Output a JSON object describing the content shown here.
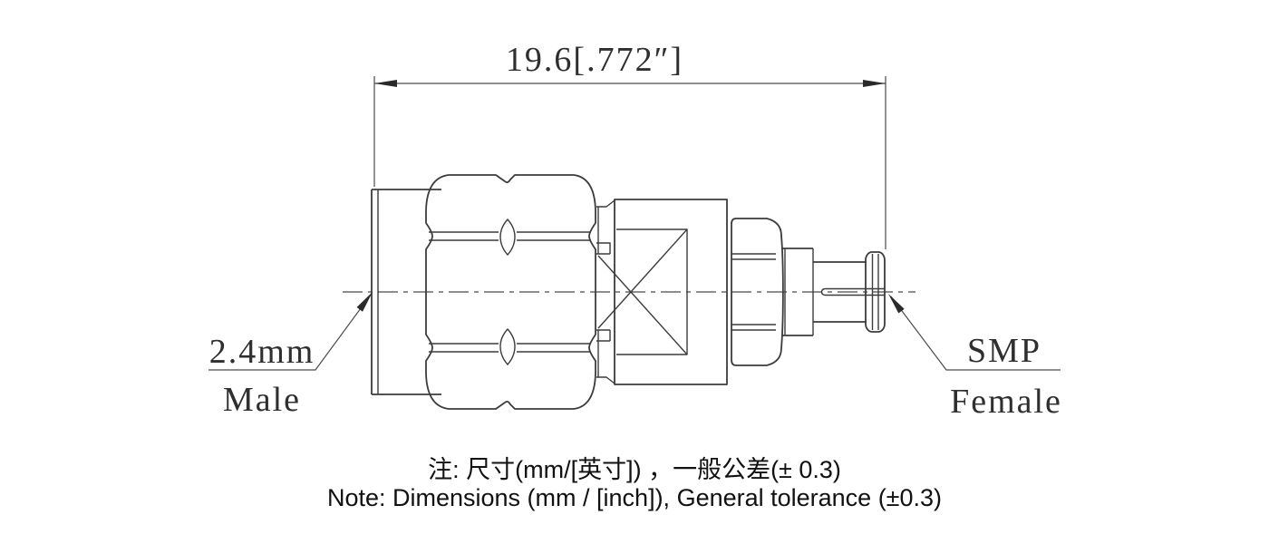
{
  "drawing": {
    "dimension": {
      "label": "19.6[.772″]"
    },
    "left_connector_label": {
      "line1": "2.4mm",
      "line2": "Male"
    },
    "right_connector_label": {
      "line1": "SMP",
      "line2": "Female"
    },
    "notes": {
      "line1_zh": "注: 尺寸(mm/[英寸]) ，一般公差(± 0.3)",
      "line2_en": "Note: Dimensions (mm / [inch]), General tolerance (±0.3)"
    },
    "colors": {
      "line": "#3c3c3c",
      "label_text": "#2f2f2f",
      "note_text": "#111111",
      "background": "#ffffff"
    }
  }
}
